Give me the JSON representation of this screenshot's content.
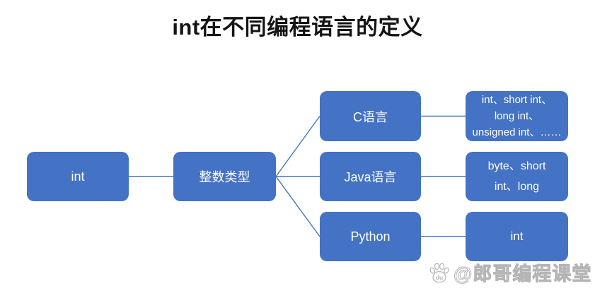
{
  "title": "int在不同编程语言的定义",
  "colors": {
    "node_fill": "#4472C4",
    "node_text": "#ffffff",
    "connector": "#4472C4",
    "title_text": "#141414",
    "watermark": "#b5b5b5"
  },
  "diagram": {
    "root": {
      "label": "int"
    },
    "category": {
      "label": "整数类型"
    },
    "languages": [
      {
        "label": "C语言",
        "definition_lines": [
          "int、short int、",
          "long int、",
          "unsigned int、……"
        ]
      },
      {
        "label": "Java语言",
        "definition_lines": [
          "byte、short",
          "int、long"
        ]
      },
      {
        "label": "Python",
        "definition_lines": [
          "int"
        ]
      }
    ]
  },
  "watermark": {
    "icon": "baidu-paw-icon",
    "icon_text": "du",
    "text": "@郎哥编程课堂"
  }
}
